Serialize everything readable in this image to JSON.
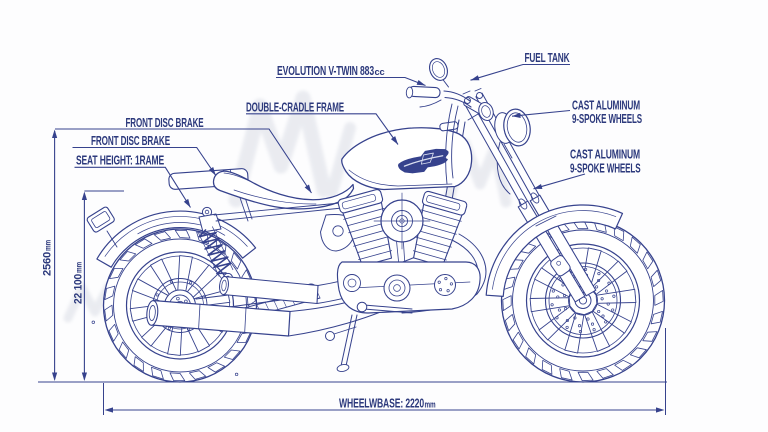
{
  "meta": {
    "background_color": "#fdfdfe",
    "line_color": "#36428d",
    "text_color": "#2c397c",
    "subject": "Motorcycle blueprint diagram"
  },
  "labels": {
    "evolution_engine": {
      "text": "EVOLUTION V-TWIN 883",
      "suffix": "cc"
    },
    "fuel_tank": {
      "text": "FUEL TANK"
    },
    "double_cradle_frame": {
      "text": "DOUBLE-CRADLE FRAME"
    },
    "front_disc_brake_upper": {
      "text": "FRONT DISC BRAKE"
    },
    "front_disc_brake_lower": {
      "text": "FRONT DISC BRAKE"
    },
    "seat_height": {
      "text": "SEAT HEIGHT: 1RAME"
    },
    "cast_wheels_upper": {
      "line1": "CAST ALUMINUM",
      "line2": "9-SPOKE WHEELS"
    },
    "cast_wheels_lower": {
      "line1": "CAST ALUMINUM",
      "line2": "9-SPOKE WHEELS"
    }
  },
  "dimensions": {
    "wheelbase": {
      "label": "WHEELWBASE: 2220",
      "unit": "mm"
    },
    "overall_height_outer": {
      "label": "2560",
      "unit": "mm"
    },
    "overall_height_inner": {
      "label": "22 100",
      "unit": "mm"
    }
  }
}
